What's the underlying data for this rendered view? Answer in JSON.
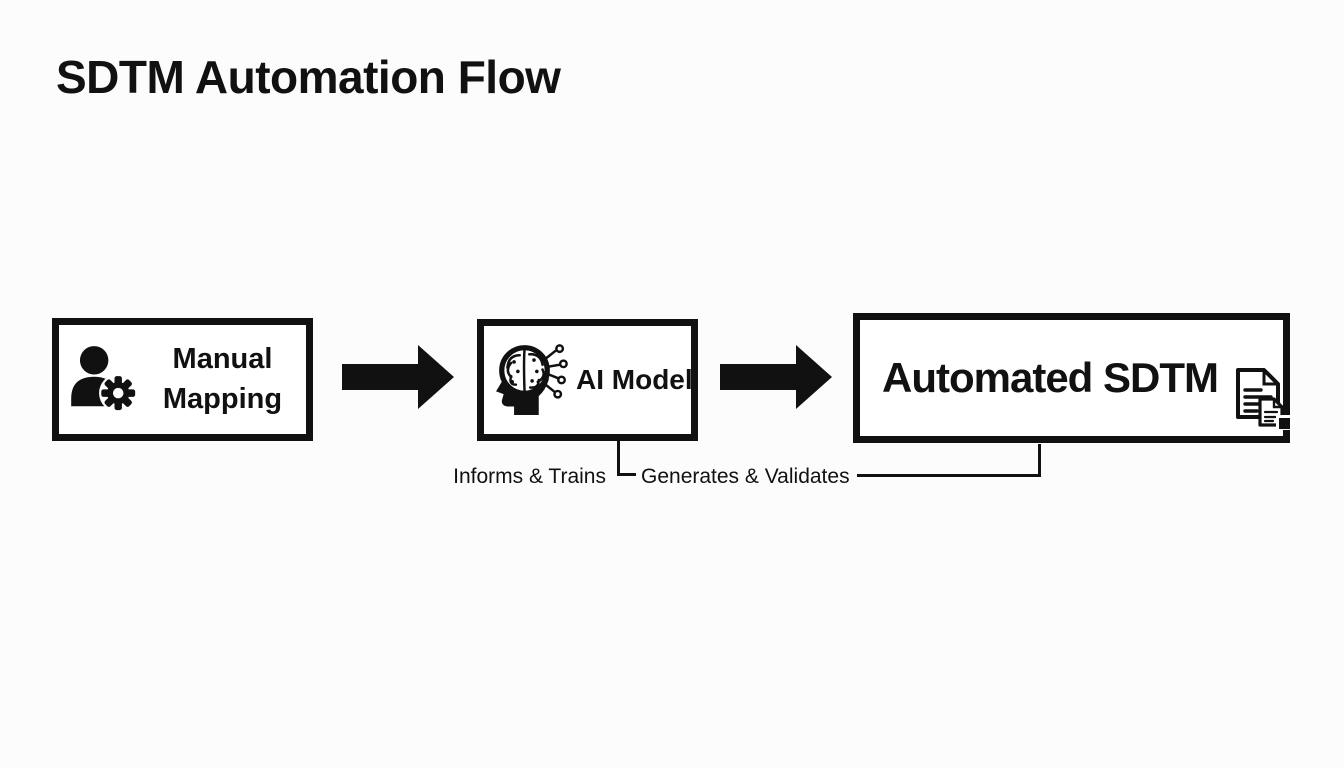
{
  "title": "SDTM Automation Flow",
  "colors": {
    "foreground": "#111111",
    "background": "#fcfcfc",
    "box_fill": "#ffffff"
  },
  "diagram": {
    "nodes": [
      {
        "id": "manual-mapping",
        "label": "Manual Mapping",
        "lines": [
          "Manual",
          "Mapping"
        ],
        "icon": "user-gear-icon"
      },
      {
        "id": "ai-model",
        "label": "AI Model",
        "icon": "brain-circuit-icon"
      },
      {
        "id": "automated-sdtm",
        "label": "Automated SDTM",
        "icon": "documents-icon"
      }
    ],
    "connections": [
      {
        "from": "manual-mapping",
        "to": "ai-model",
        "style": "block-arrow"
      },
      {
        "from": "ai-model",
        "to": "automated-sdtm",
        "style": "block-arrow"
      }
    ],
    "edge_labels": [
      {
        "text": "Informs & Trains",
        "attached_to": "ai-model"
      },
      {
        "text": "Generates & Validates",
        "attached_to": "automated-sdtm"
      }
    ]
  }
}
